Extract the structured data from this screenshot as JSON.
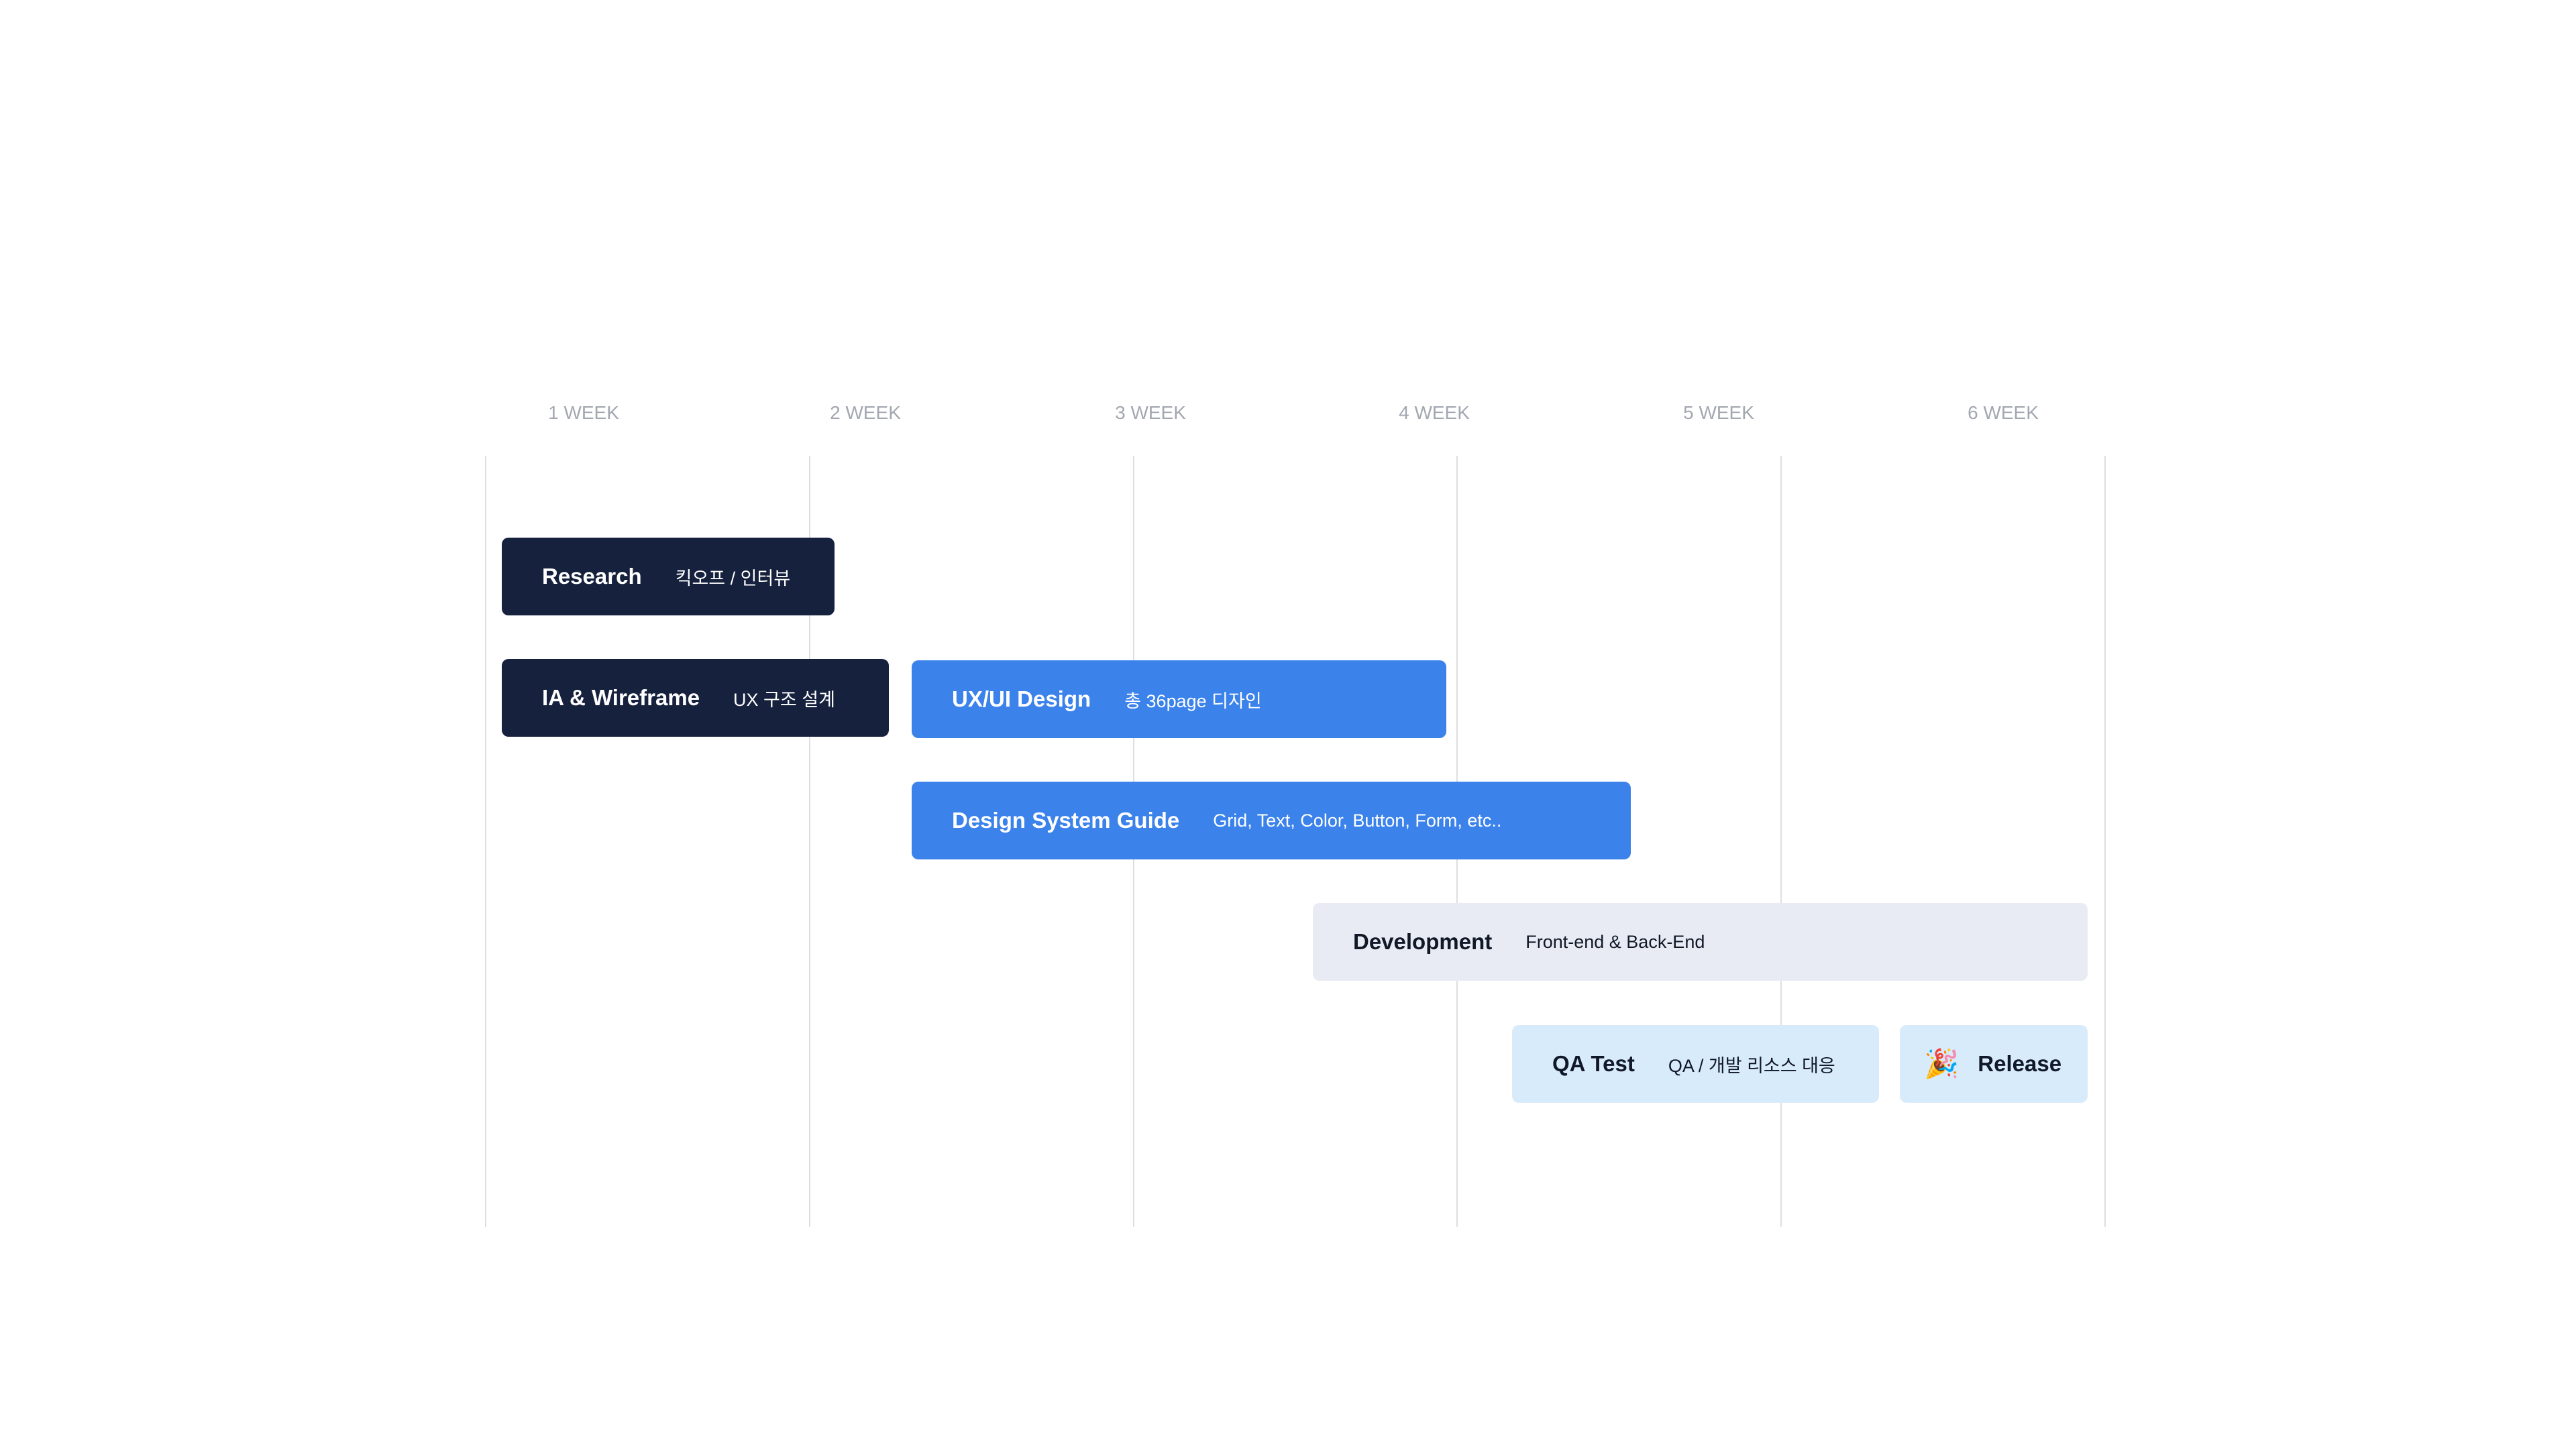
{
  "timeline": {
    "weeks": [
      "1 WEEK",
      "2 WEEK",
      "3 WEEK",
      "4 WEEK",
      "5 WEEK",
      "6 WEEK"
    ]
  },
  "tasks": [
    {
      "title": "Research",
      "desc": "킥오프 / 인터뷰",
      "style": "dark"
    },
    {
      "title": "IA & Wireframe",
      "desc": "UX 구조 설계",
      "style": "dark"
    },
    {
      "title": "UX/UI Design",
      "desc": "총 36page 디자인",
      "style": "blue"
    },
    {
      "title": "Design System Guide",
      "desc": "Grid, Text, Color, Button, Form, etc..",
      "style": "blue"
    },
    {
      "title": "Development",
      "desc": "Front-end & Back-End",
      "style": "gray"
    },
    {
      "title": "QA Test",
      "desc": "QA / 개발 리소스 대응",
      "style": "light"
    }
  ],
  "release": {
    "label": "Release",
    "icon": "party-popper-icon",
    "icon_glyph": "🎉"
  },
  "colors": {
    "dark": "#16213e",
    "blue": "#3b82eb",
    "gray": "#e8ebf3",
    "light": "#d8ebfb",
    "grid": "#dddfe3",
    "week_label": "#a3a7b0"
  }
}
